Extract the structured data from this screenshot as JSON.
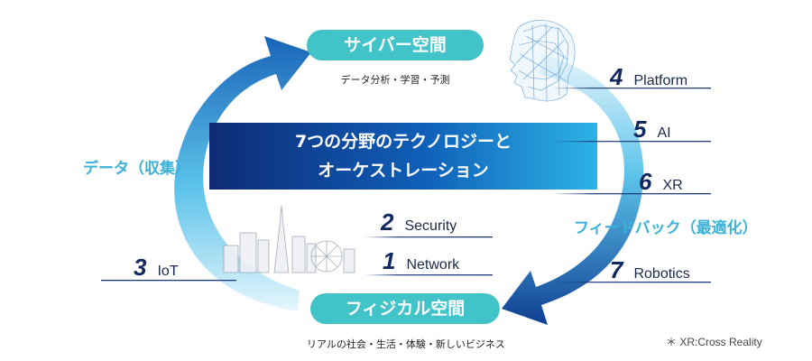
{
  "cyber": {
    "title": "サイバー空間",
    "subtitle": "データ分析・学習・予測"
  },
  "physical": {
    "title": "フィジカル空間",
    "subtitle": "リアルの社会・生活・体験・新しいビジネス"
  },
  "center": {
    "line1": "7つの分野のテクノロジーと",
    "line2": "オーケストレーション"
  },
  "left_arrow_label": "データ（収集）",
  "right_arrow_label": "フィードバック（最適化）",
  "fields": [
    {
      "number": "4",
      "label": "Platform"
    },
    {
      "number": "5",
      "label": "AI"
    },
    {
      "number": "6",
      "label": "XR"
    },
    {
      "number": "7",
      "label": "Robotics"
    },
    {
      "number": "2",
      "label": "Security"
    },
    {
      "number": "1",
      "label": "Network"
    },
    {
      "number": "3",
      "label": "IoT"
    }
  ],
  "footnote": "＊ XR:Cross Reality",
  "colors": {
    "pill": "#41c3c8",
    "band_dark": "#0e2a74",
    "band_light": "#2db3e6",
    "number": "#12295f",
    "arrow_text": "#3bb2d8"
  },
  "icons": [
    "wireframe-head-icon",
    "city-skyline-icon"
  ]
}
